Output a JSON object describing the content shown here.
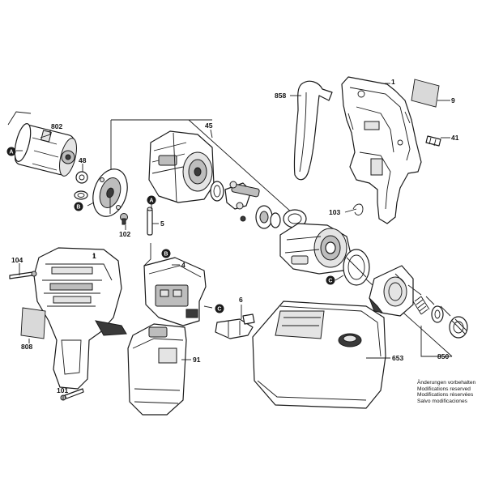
{
  "labels": {
    "p1_top": "1",
    "p9": "9",
    "p41": "41",
    "p858": "858",
    "p103": "103",
    "p802": "802",
    "p48": "48",
    "p45": "45",
    "p5": "5",
    "p102": "102",
    "p104": "104",
    "p1_housing": "1",
    "p4": "4",
    "p808": "808",
    "p6": "6",
    "p91": "91",
    "p101": "101",
    "p653": "653",
    "p850": "850"
  },
  "markers": {
    "a1": "A",
    "b1": "B",
    "a2": "A",
    "b2": "B",
    "c1": "C",
    "c2": "C"
  },
  "notes": [
    "Änderungen vorbehalten",
    "Modifications reserved",
    "Modifications réservées",
    "Salvo modificaciones"
  ]
}
